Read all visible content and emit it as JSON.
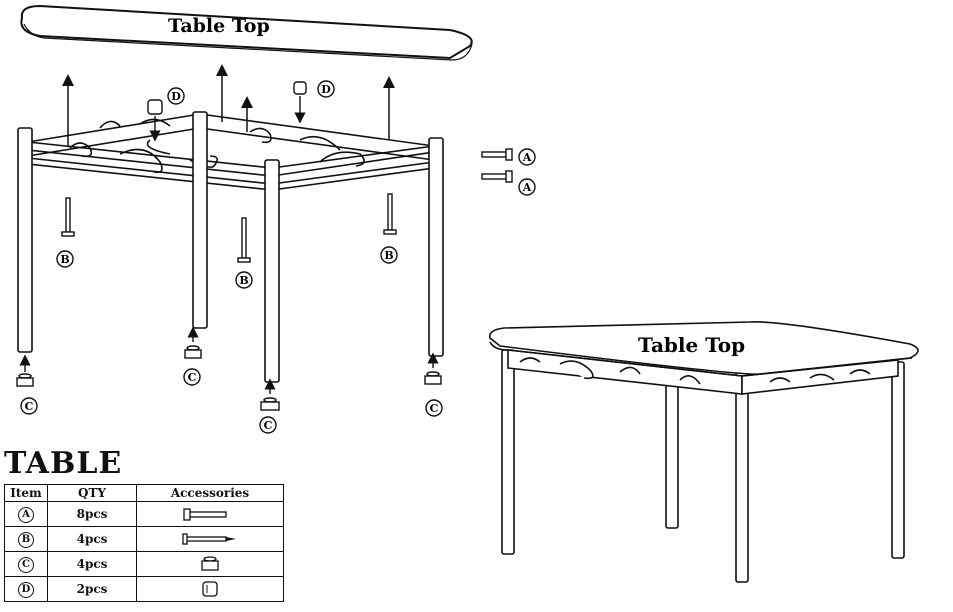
{
  "exploded": {
    "table_top_label": "Table Top",
    "part_letters": {
      "a": "A",
      "b": "B",
      "c": "C",
      "d": "D"
    }
  },
  "assembled": {
    "table_top_label": "Table Top"
  },
  "parts_list": {
    "title": "TABLE",
    "headers": {
      "item": "Item",
      "qty": "QTY",
      "accessories": "Accessories"
    },
    "rows": [
      {
        "item": "A",
        "qty": "8pcs",
        "accessory_icon": "bolt-icon"
      },
      {
        "item": "B",
        "qty": "4pcs",
        "accessory_icon": "screw-icon"
      },
      {
        "item": "C",
        "qty": "4pcs",
        "accessory_icon": "leg-cap-icon"
      },
      {
        "item": "D",
        "qty": "2pcs",
        "accessory_icon": "connector-icon"
      }
    ]
  }
}
